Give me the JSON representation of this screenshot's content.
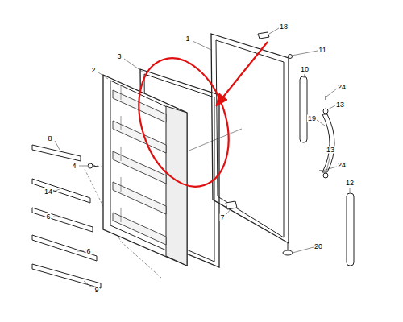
{
  "diagram": {
    "labels": [
      "18",
      "1",
      "3",
      "11",
      "2",
      "10",
      "24",
      "13",
      "19",
      "4",
      "8",
      "14",
      "6",
      "6",
      "9",
      "7",
      "12",
      "13",
      "24",
      "20"
    ]
  }
}
